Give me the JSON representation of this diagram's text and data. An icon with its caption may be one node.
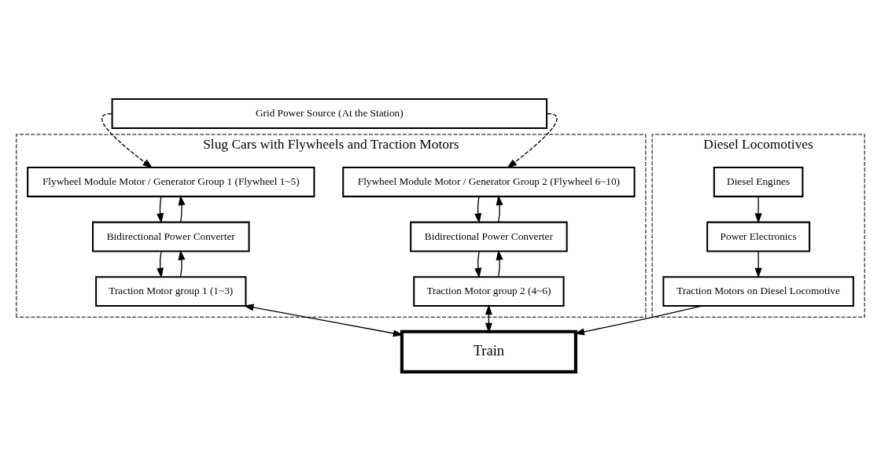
{
  "diagram": {
    "nodes": [
      {
        "text": [
          "Grid Power Source (At the Station)"
        ]
      },
      {
        "text": [
          "Slug Cars with Flywheels and Traction Motors"
        ]
      },
      {
        "text": [
          "Flywheel Module Motor / Generator Group 1 (Flywheel 1~5)"
        ],
        "in": 1
      },
      {
        "text": [
          "Bidirectional Power Converter"
        ],
        "in": 1
      },
      {
        "text": [
          "Traction Motor group 1 (1~3)"
        ],
        "in": 1
      },
      {
        "text": [
          "Flywheel Module Motor / Generator Group 2 (Flywheel 6~10)"
        ],
        "in": 1
      },
      {
        "text": [
          "Bidirectional Power Converter"
        ],
        "in": 1
      },
      {
        "text": [
          "Traction Motor group 2 (4~6)"
        ],
        "in": 1
      },
      {
        "text": [
          "Diesel Locomotives"
        ]
      },
      {
        "text": [
          "Diesel Engines"
        ],
        "in": 8
      },
      {
        "text": [
          "Power Electronics"
        ],
        "in": 8
      },
      {
        "text": [
          "Traction Motors on Diesel Locomotive"
        ],
        "in": 8
      },
      {
        "text": [
          "Train"
        ]
      }
    ],
    "edges": [
      {
        "from": 0,
        "to": 2,
        "arrow": "to",
        "style": "dashed"
      },
      {
        "from": 0,
        "to": 5,
        "arrow": "to",
        "style": "dashed"
      },
      {
        "from": 2,
        "to": 3,
        "arrow": "to"
      },
      {
        "from": 3,
        "to": 2,
        "arrow": "to"
      },
      {
        "from": 3,
        "to": 4,
        "arrow": "to"
      },
      {
        "from": 4,
        "to": 3,
        "arrow": "to"
      },
      {
        "from": 5,
        "to": 6,
        "arrow": "to"
      },
      {
        "from": 6,
        "to": 5,
        "arrow": "to"
      },
      {
        "from": 6,
        "to": 7,
        "arrow": "to"
      },
      {
        "from": 7,
        "to": 6,
        "arrow": "to"
      },
      {
        "from": 4,
        "to": 12,
        "arrow": "both"
      },
      {
        "from": 7,
        "to": 12,
        "arrow": "both"
      },
      {
        "from": 9,
        "to": 10,
        "arrow": "to"
      },
      {
        "from": 10,
        "to": 11,
        "arrow": "to"
      },
      {
        "from": 11,
        "to": 12,
        "arrow": "to"
      }
    ]
  }
}
